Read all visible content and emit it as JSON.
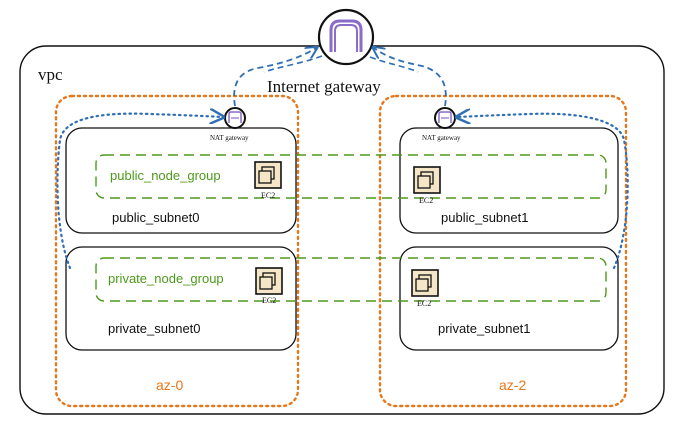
{
  "colors": {
    "outline": "#111111",
    "az_border": "#e8761a",
    "node_group_border": "#4d9a1a",
    "node_group_text": "#4d9a1a",
    "az_label": "#e8761a",
    "connector": "#2f6fb3",
    "gateway_icon": "#8a6cc9",
    "ec2_fill": "#f5e6c8"
  },
  "vpc": {
    "label": "vpc"
  },
  "internet_gateway": {
    "label": "Internet gateway",
    "icon": "internet-gateway-icon"
  },
  "nat_gateways": [
    {
      "label": "NAT gateway",
      "icon": "nat-gateway-icon"
    },
    {
      "label": "NAT gateway",
      "icon": "nat-gateway-icon"
    }
  ],
  "availability_zones": [
    {
      "label": "az-0"
    },
    {
      "label": "az-2"
    }
  ],
  "subnets": {
    "public_0": "public_subnet0",
    "public_1": "public_subnet1",
    "private_0": "private_subnet0",
    "private_1": "private_subnet1"
  },
  "node_groups": {
    "public": "public_node_group",
    "private": "private_node_group"
  },
  "ec2": {
    "label": "EC2",
    "icon": "ec2-instance-icon"
  }
}
